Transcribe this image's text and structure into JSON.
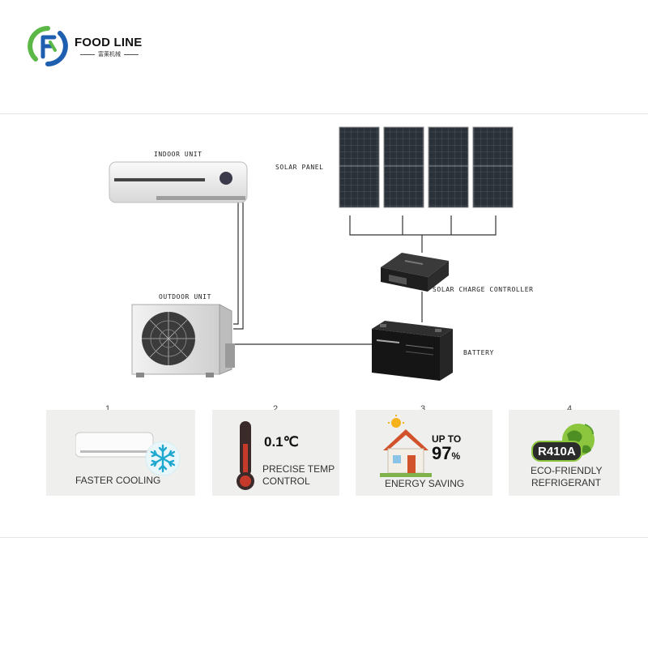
{
  "brand": {
    "name": "FOOD LINE",
    "subtitle": "富莱机械",
    "colors": {
      "green": "#5bb847",
      "blue": "#1f5fb0"
    }
  },
  "diagram": {
    "labels": {
      "indoor_unit": "INDOOR UNIT",
      "solar_panel": "SOLAR PANEL",
      "outdoor_unit": "OUTDOOR UNIT",
      "charge_controller": "SOLAR CHARGE CONTROLLER",
      "battery": "BATTERY"
    },
    "panel_count": 4
  },
  "features": [
    {
      "number": "1",
      "caption": "FASTER COOLING",
      "icon": "ac-snowflake-icon"
    },
    {
      "number": "2",
      "value": "0.1℃",
      "caption_lines": [
        "PRECISE TEMP",
        "CONTROL"
      ],
      "icon": "thermometer-icon"
    },
    {
      "number": "3",
      "prefix": "UP TO",
      "value": "97",
      "unit": "%",
      "caption": "ENERGY SAVING",
      "icon": "solar-house-icon"
    },
    {
      "number": "4",
      "badge": "R410A",
      "caption_lines": [
        "ECO-FRIENDLY",
        "REFRIGERANT"
      ],
      "icon": "globe-icon"
    }
  ]
}
